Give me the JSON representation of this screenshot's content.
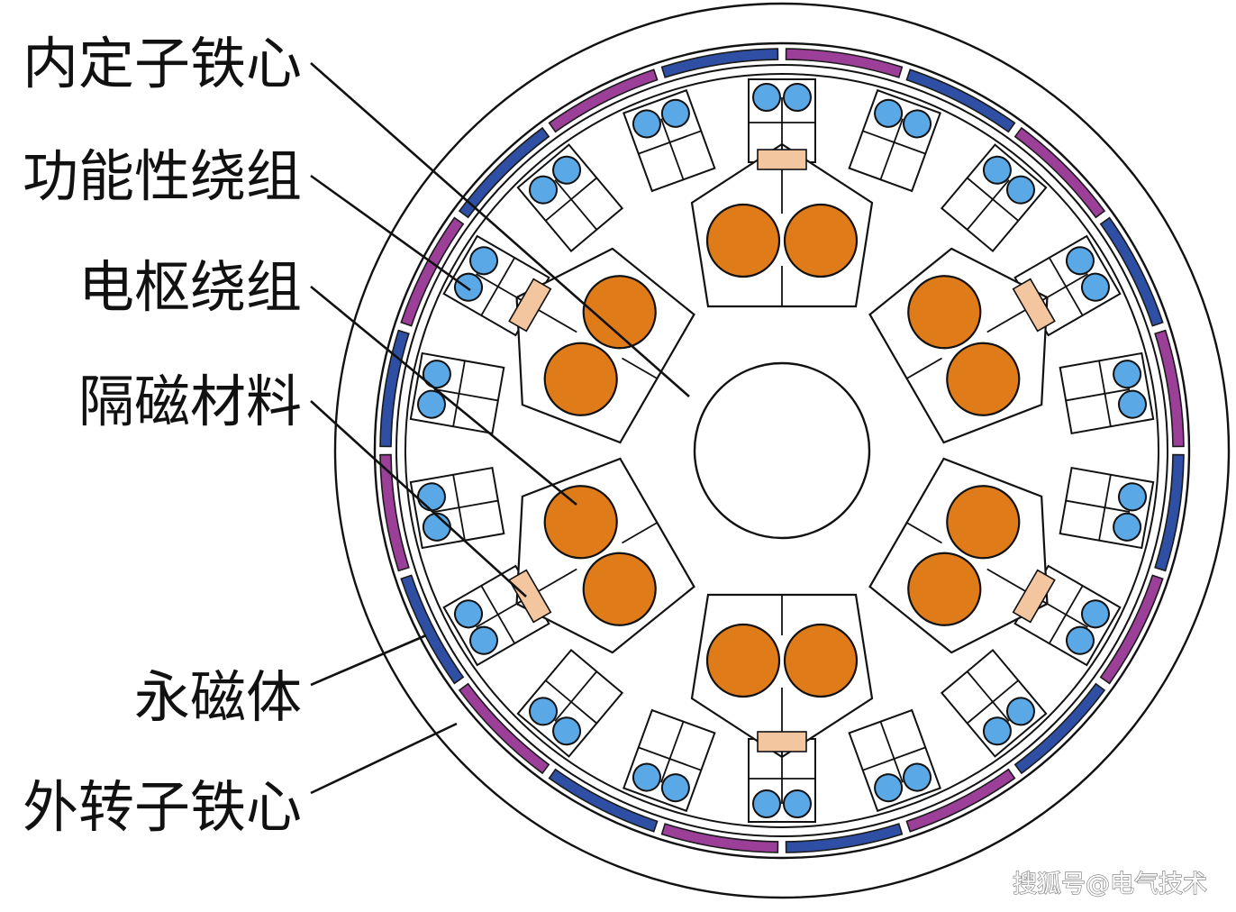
{
  "labels": {
    "inner_stator_core": "内定子铁心",
    "functional_winding": "功能性绕组",
    "armature_winding": "电枢绕组",
    "magnetic_isolation_material": "隔磁材料",
    "permanent_magnet": "永磁体",
    "outer_rotor_core": "外转子铁心"
  },
  "watermark": "搜狐号@电气技术",
  "colors": {
    "armature_coil": "#E07B1A",
    "functional_coil": "#5BA8E6",
    "isolation_material": "#F4C6A0",
    "magnet_blue": "#2E4FA3",
    "magnet_purple": "#9C3F99",
    "line": "#111111",
    "background": "#FFFFFF"
  }
}
